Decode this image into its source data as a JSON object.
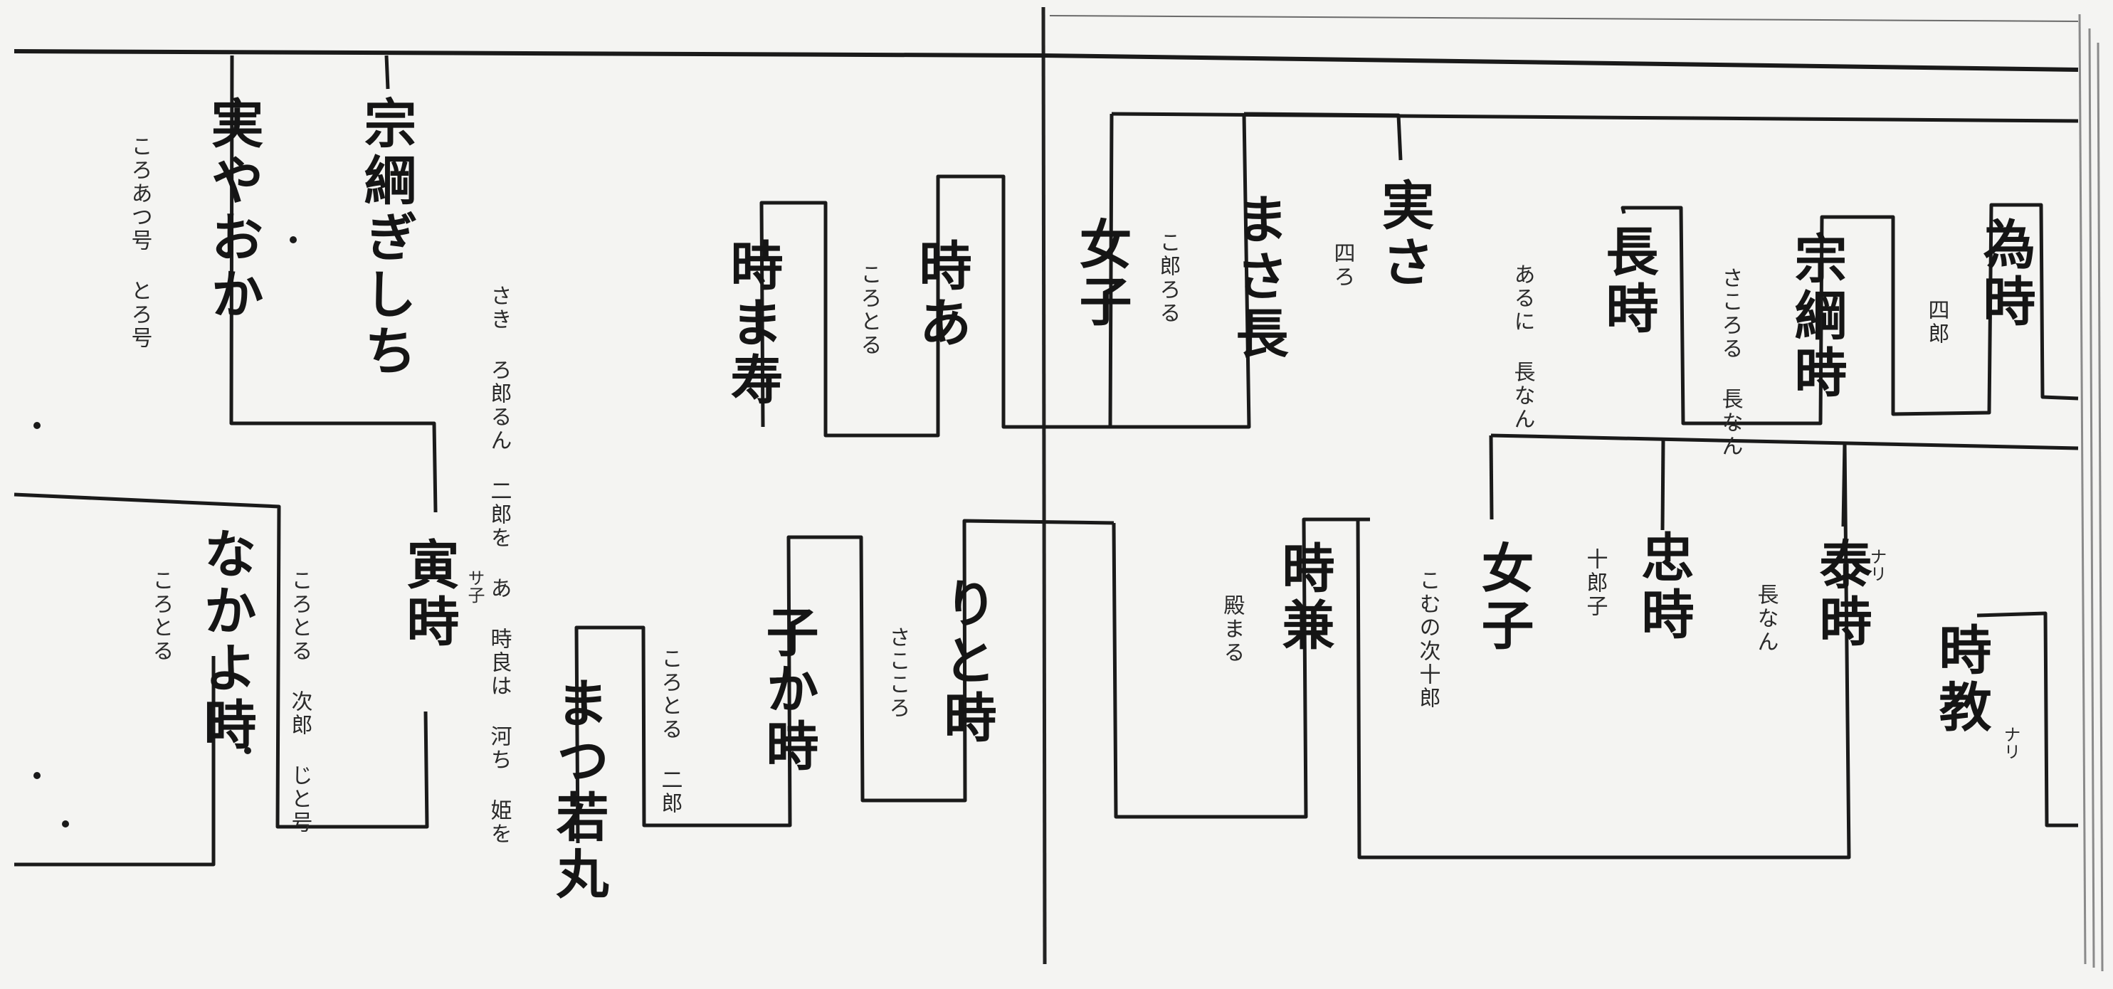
{
  "background": "#f4f4f2",
  "ink": "#151515",
  "names": {
    "n1": "時教",
    "n2": "為時",
    "n3": "宗綱時",
    "n4": "長時",
    "n5": "実さ",
    "n6": "まさ長",
    "n7": "女子",
    "n8": "時あ",
    "n9": "時ま寿",
    "n10": "泰時",
    "n11": "忠時",
    "n12": "女子",
    "n13": "時兼",
    "n14": "りと時",
    "n15": "子か時",
    "n16": "まつ若丸",
    "n17": "寅時",
    "n18": "なかよ時",
    "n19": "実やおか",
    "n20": "宗綱ぎしち"
  },
  "notes": {
    "t1": "四郎",
    "t2": "さころる 長なん",
    "t3": "あるに 長なん",
    "t4": "四ろ",
    "t5": "こ郎ろる",
    "t6": "ころとる",
    "t7": "さき ろ郎るん 二郎を あ 時良は 河ち 姫を",
    "t8": "長なん",
    "t9": "十郎子",
    "t10": "こむの次十郎",
    "t11": "殿まる",
    "t12": "さこころ",
    "t13": "ころとる 二郎",
    "t14": "ころとる 次郎 じと号",
    "t15": "ころとる",
    "t16": "ころあつ号 とろ号"
  },
  "ruby": {
    "r1": "ナリ",
    "r2": "ナリ",
    "r3": "サ子"
  }
}
